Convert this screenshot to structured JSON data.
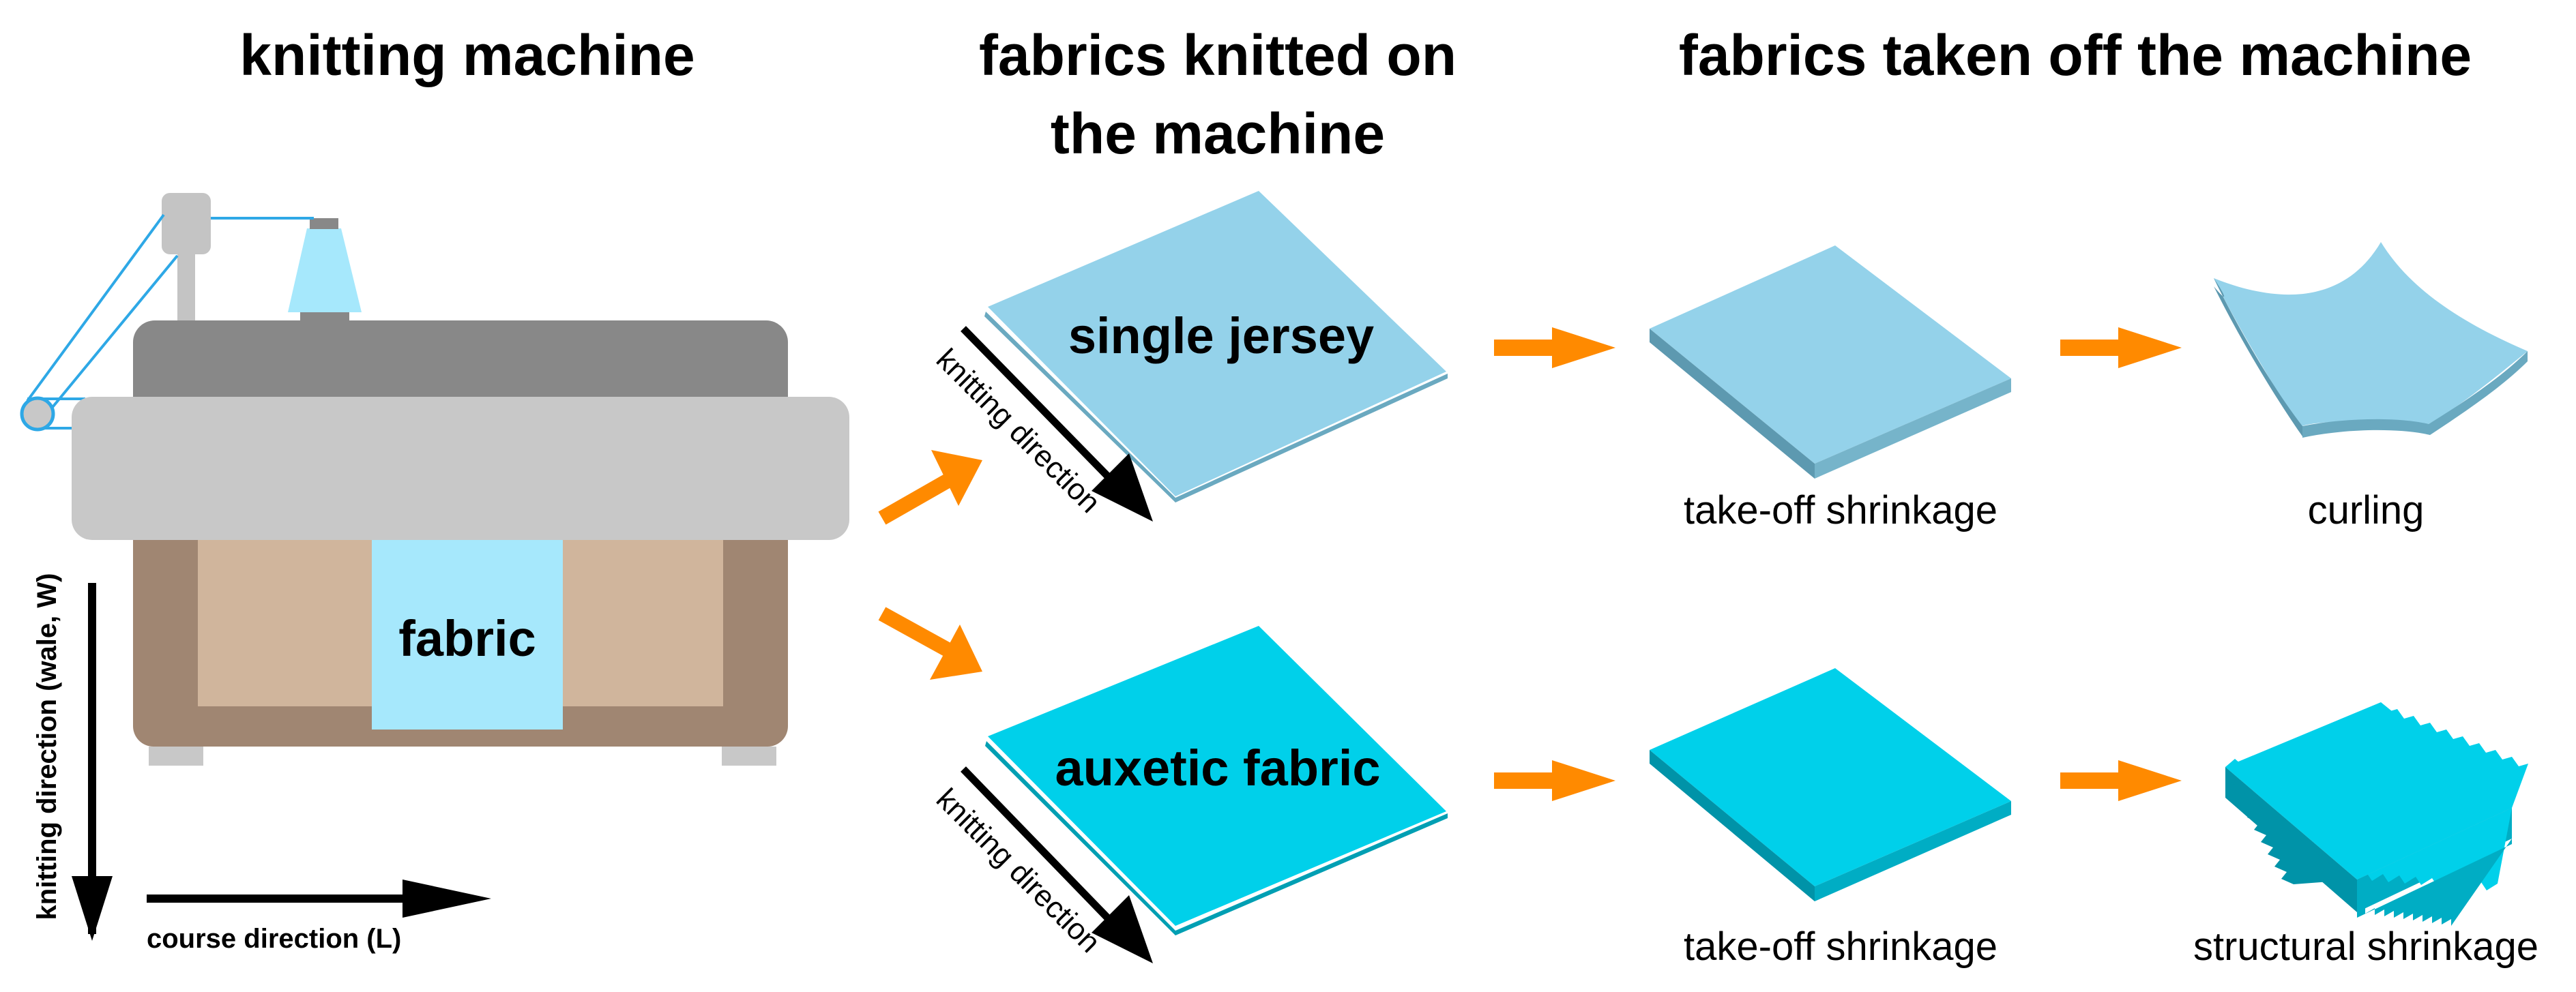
{
  "headings": {
    "machine": "knitting machine",
    "on_machine_line1": "fabrics knitted on",
    "on_machine_line2": "the machine",
    "off_machine": "fabrics taken off the machine"
  },
  "machine": {
    "fabric_label": "fabric",
    "wale_axis_label": "knitting direction (wale, W)",
    "course_axis_label": "course direction (L)"
  },
  "fabrics": {
    "single_jersey": "single jersey",
    "auxetic": "auxetic fabric",
    "knitting_direction": "knitting direction"
  },
  "captions": {
    "takeoff_top": "take-off shrinkage",
    "curling": "curling",
    "takeoff_bottom": "take-off shrinkage",
    "structural": "structural shrinkage"
  },
  "colors": {
    "single_jersey_fill": "#94d2ea",
    "auxetic_fill": "#00d0ea",
    "arrow": "#ff8a00",
    "machine_head": "#888888",
    "machine_bed": "#c8c8c8",
    "machine_body": "#a08672",
    "machine_panel": "#d0b59c",
    "fabric_on_machine": "#a6e8fc",
    "yarn": "#2ea8e6"
  }
}
